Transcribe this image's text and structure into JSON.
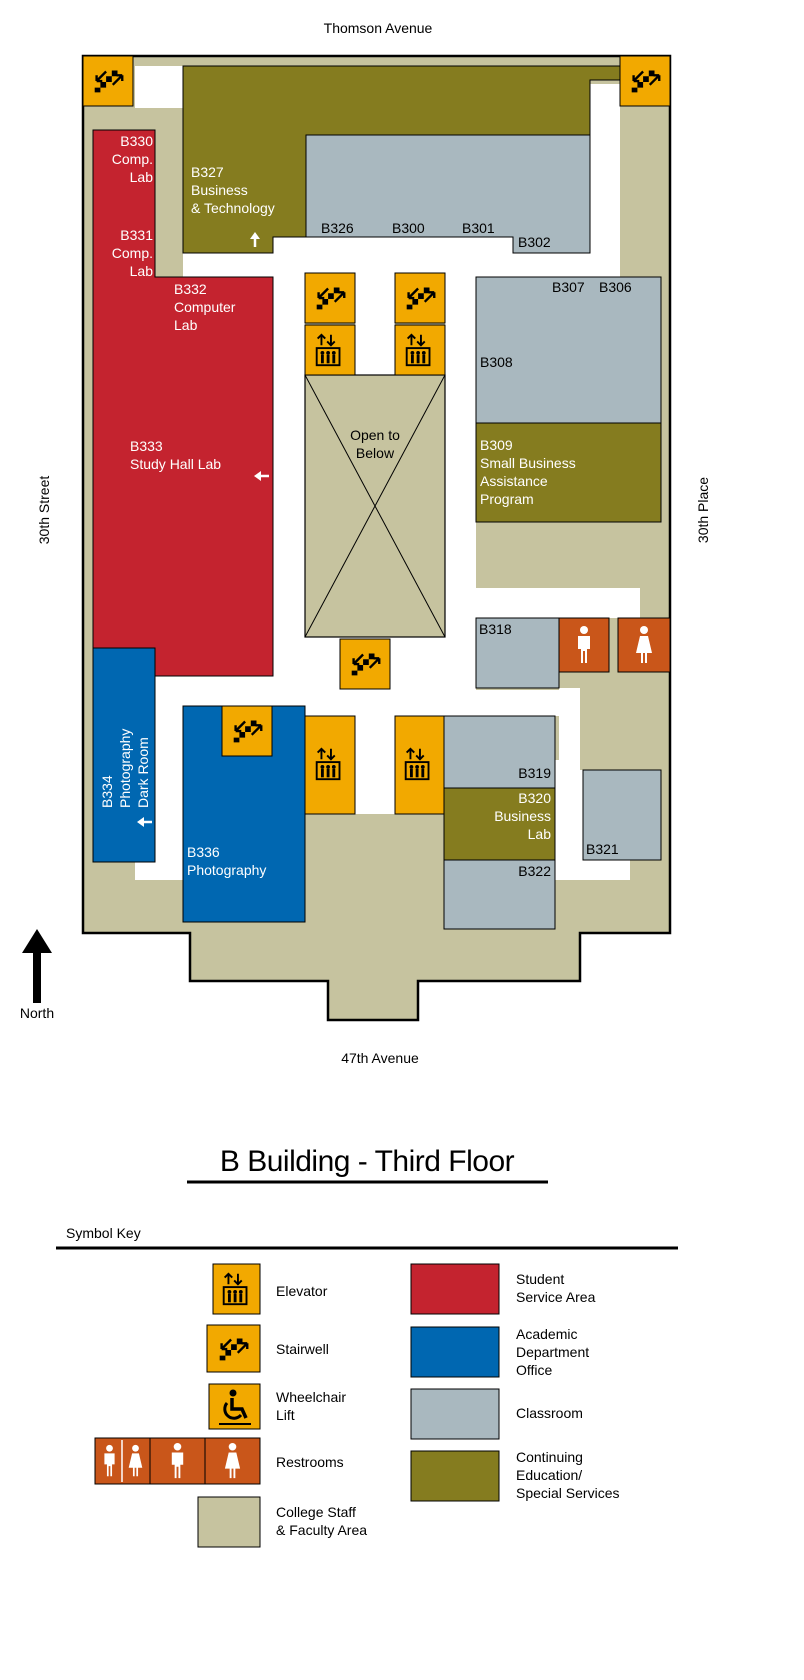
{
  "streets": {
    "north": "Thomson Avenue",
    "south": "47th Avenue",
    "west": "30th Street",
    "east": "30th Place"
  },
  "north_label": "North",
  "title": "B Building - Third Floor",
  "symbol_key_heading": "Symbol Key",
  "rooms": {
    "b330": [
      "B330",
      "Comp.",
      "Lab"
    ],
    "b331": [
      "B331",
      "Comp.",
      "Lab"
    ],
    "b332": [
      "B332",
      "Computer",
      "Lab"
    ],
    "b333": [
      "B333",
      "Study Hall Lab"
    ],
    "b334": [
      "B334",
      "Photography",
      "Dark Room"
    ],
    "b327": [
      "B327",
      "Business",
      "& Technology"
    ],
    "b326": "B326",
    "b300": "B300",
    "b301": "B301",
    "b302": "B302",
    "b307": "B307",
    "b306": "B306",
    "b308": "B308",
    "b309": [
      "B309",
      "Small Business",
      "Assistance",
      "Program"
    ],
    "b318": "B318",
    "b319": "B319",
    "b320": [
      "B320",
      "Business",
      "Lab"
    ],
    "b321": "B321",
    "b322": "B322",
    "b336": [
      "B336",
      "Photography"
    ],
    "open": [
      "Open to",
      "Below"
    ]
  },
  "legend_symbols": {
    "elevator": "Elevator",
    "stairwell": "Stairwell",
    "wheelchair": [
      "Wheelchair",
      "Lift"
    ],
    "restrooms": "Restrooms",
    "staff": [
      "College Staff",
      "& Faculty Area"
    ]
  },
  "legend_colors": {
    "student": [
      "Student",
      "Service Area"
    ],
    "academic": [
      "Academic",
      "Department",
      "Office"
    ],
    "classroom": "Classroom",
    "continuing": [
      "Continuing",
      "Education/",
      "Special Services"
    ]
  },
  "colors": {
    "student_service": "#c4232f",
    "academic_office": "#0067b1",
    "classroom": "#a9b8bf",
    "continuing_ed": "#857c1f",
    "staff_area": "#c6c39f",
    "icon_yellow": "#f2a900",
    "restroom_orange": "#c9561a"
  }
}
